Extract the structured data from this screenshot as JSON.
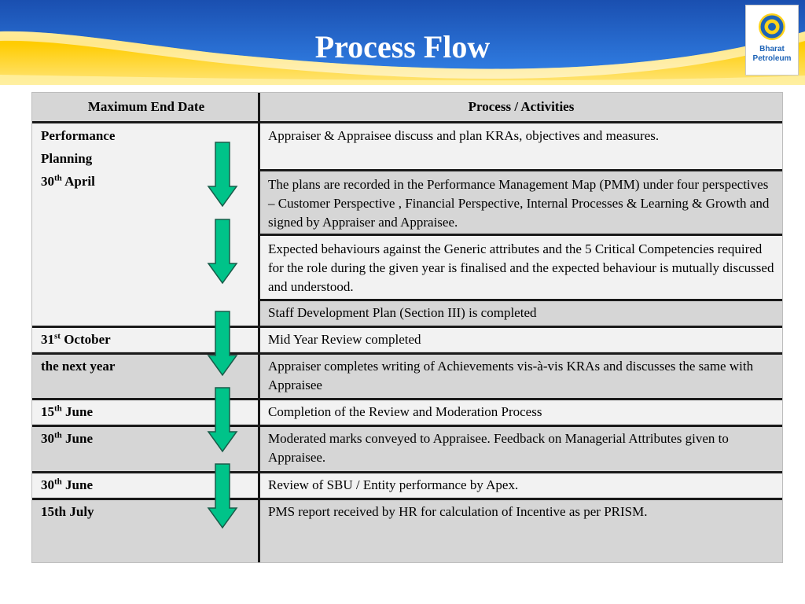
{
  "header": {
    "title": "Process Flow",
    "logo_line1": "Bharat",
    "logo_line2": "Petroleum"
  },
  "table": {
    "col1_header": "Maximum End Date",
    "col2_header": "Process / Activities",
    "dates": {
      "performance": "Performance",
      "planning": "Planning",
      "apr_num": "30",
      "apr_sup": "th",
      "apr_text": " April",
      "oct_num": "31",
      "oct_sup": "st",
      "oct_text": " October",
      "next_year": "the next year",
      "jun15_num": "15",
      "jun15_sup": "th",
      "jun15_text": " June",
      "jun30a_num": "30",
      "jun30a_sup": "th",
      "jun30a_text": " June",
      "jun30b_num": "30",
      "jun30b_sup": "th",
      "jun30b_text": " June",
      "july": "15th July"
    },
    "activities": [
      "Appraiser & Appraisee discuss and plan  KRAs,  objectives and  measures.",
      "The plans are recorded in the Performance Management Map (PMM) under four perspectives – Customer Perspective , Financial Perspective, Internal Processes & Learning & Growth and signed by Appraiser and Appraisee.",
      "Expected behaviours against the Generic attributes and the 5 Critical Competencies required for the role during the given year is finalised and the expected behaviour is mutually discussed and understood.",
      "Staff  Development Plan (Section III) is completed",
      "Mid Year Review completed",
      "Appraiser completes writing of Achievements vis-à-vis KRAs and discusses the same with Appraisee",
      "Completion of the Review and Moderation Process",
      "Moderated marks conveyed to Appraisee. Feedback on Managerial Attributes given to Appraisee.",
      "Review of SBU / Entity performance by Apex.",
      "PMS report received by HR for calculation of Incentive as per PRISM."
    ]
  },
  "colors": {
    "arrow_fill": "#00c389",
    "banner_blue": "#1e5bbf",
    "banner_yellow": "#ffd21a",
    "row_light": "#f2f2f2",
    "row_dark": "#d6d6d6"
  },
  "icons": [
    "down-arrow-icon",
    "bharat-petroleum-logo"
  ]
}
